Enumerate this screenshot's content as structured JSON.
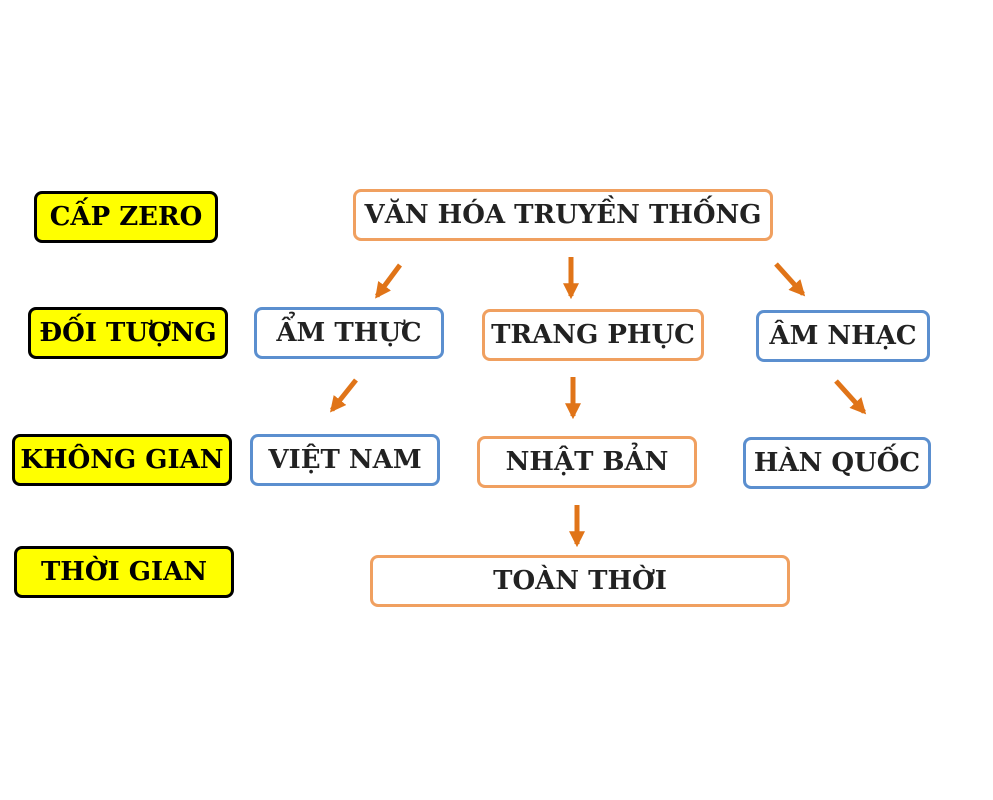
{
  "levels": {
    "zero": "CẤP ZERO",
    "subject": "ĐỐI TƯỢNG",
    "space": "KHÔNG GIAN",
    "time": "THỜI GIAN"
  },
  "nodes": {
    "root": "VĂN HÓA TRUYỀN THỐNG",
    "food": "ẨM THỰC",
    "clothing": "TRANG PHỤC",
    "music": "ÂM NHẠC",
    "vietnam": "VIỆT NAM",
    "japan": "NHẬT BẢN",
    "korea": "HÀN QUỐC",
    "alltime": "TOÀN THỜI"
  },
  "colors": {
    "level_fill": "#ffff00",
    "level_border": "#000000",
    "orange_border": "#f0a060",
    "blue_border": "#5b8fcf",
    "arrow": "#e07418"
  }
}
